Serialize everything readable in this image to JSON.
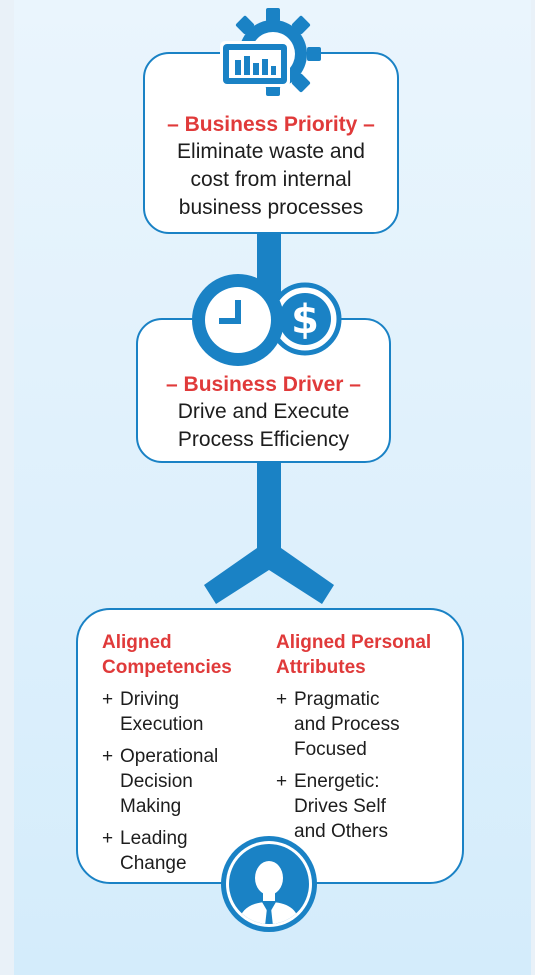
{
  "priority": {
    "heading": "– Business Priority –",
    "body": [
      "Eliminate waste and",
      "cost from internal",
      "business processes"
    ]
  },
  "driver": {
    "heading": "– Business Driver –",
    "body": [
      "Drive and Execute",
      "Process Efficiency"
    ]
  },
  "competencies": {
    "heading": [
      "Aligned",
      "Competencies"
    ],
    "items": [
      [
        "Driving",
        "Execution"
      ],
      [
        "Operational",
        "Decision",
        "Making"
      ],
      [
        "Leading",
        "Change"
      ]
    ]
  },
  "attributes": {
    "heading": [
      "Aligned Personal",
      "Attributes"
    ],
    "items": [
      [
        "Pragmatic",
        "and Process",
        "Focused"
      ],
      [
        "Energetic:",
        "Drives Self",
        "and Others"
      ]
    ]
  },
  "bullet_symbol": "+",
  "icons": {
    "priority": "gear-chart-icon",
    "driver_left": "clock-icon",
    "driver_right": "dollar-icon",
    "person": "business-person-icon"
  },
  "colors": {
    "accent_blue": "#1a82c5",
    "heading_red": "#e03a3a"
  }
}
